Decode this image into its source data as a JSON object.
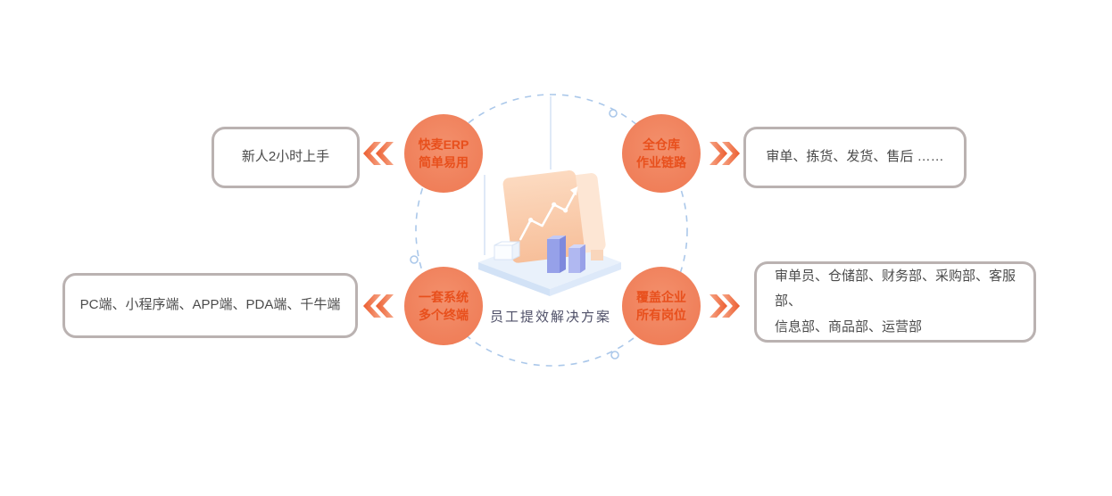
{
  "center": {
    "label": "员工提效解决方案"
  },
  "badges": [
    {
      "line1": "快麦ERP",
      "line2": "简单易用"
    },
    {
      "line1": "全仓库",
      "line2": "作业链路"
    },
    {
      "line1": "一套系统",
      "line2": "多个终端"
    },
    {
      "line1": "覆盖企业",
      "line2": "所有岗位"
    }
  ],
  "boxes": [
    {
      "text": "新人2小时上手"
    },
    {
      "text": "审单、拣货、发货、售后 ……"
    },
    {
      "text": "PC端、小程序端、APP端、PDA端、千牛端"
    },
    {
      "line1": "审单员、仓储部、财务部、采购部、客服部、",
      "line2": "信息部、商品部、运营部"
    }
  ],
  "colors": {
    "badge_fill": "#f0815c",
    "badge_text": "#e8501d",
    "box_border": "#bab2b1",
    "box_text": "#4b4b4b",
    "ring": "#abc8ea",
    "chevron_dark": "#ec5c2e",
    "chevron_light": "#f6a586",
    "center_label_text": "#4f5068"
  }
}
